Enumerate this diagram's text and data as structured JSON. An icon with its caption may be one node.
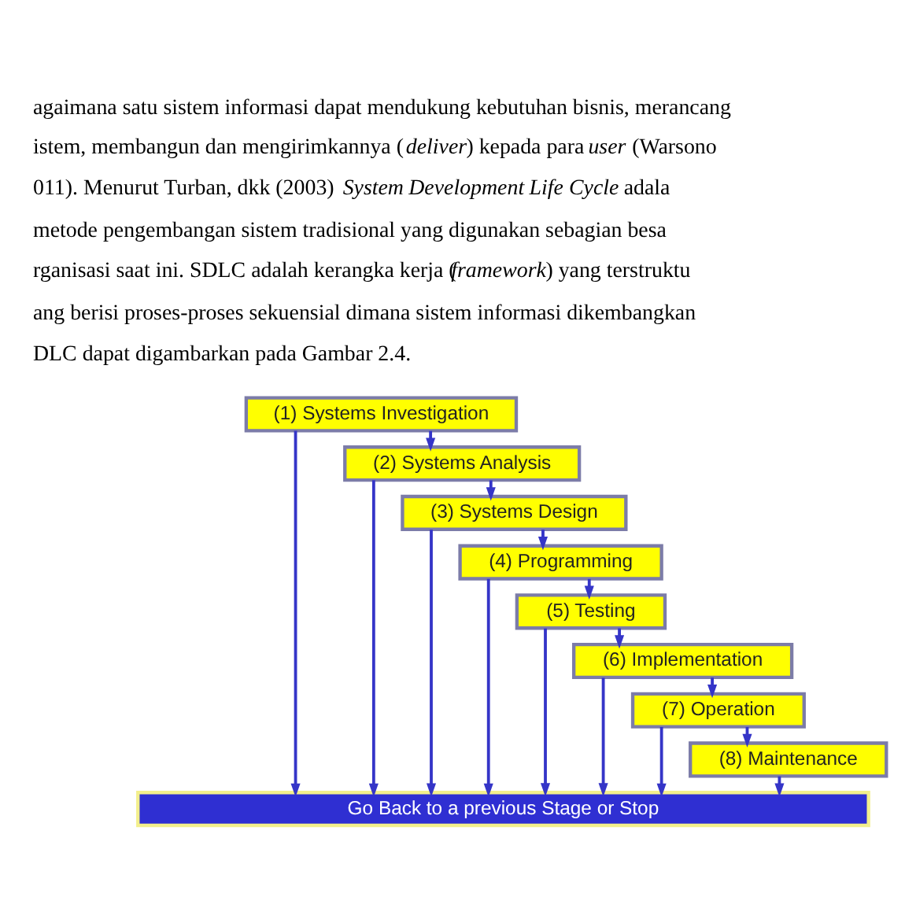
{
  "diagram": {
    "nodes": [
      {
        "text": [
          "(1) Systems Investigation"
        ]
      },
      {
        "text": [
          "(2) Systems Analysis"
        ]
      },
      {
        "text": [
          "(3) Systems Design"
        ]
      },
      {
        "text": [
          "(4) Programming"
        ]
      },
      {
        "text": [
          "(5) Testing"
        ]
      },
      {
        "text": [
          "(6) Implementation"
        ]
      },
      {
        "text": [
          "(7) Operation"
        ]
      },
      {
        "text": [
          "(8) Maintenance"
        ]
      },
      {
        "text": [
          "Go Back to a previous Stage or Stop"
        ]
      }
    ],
    "edges": [
      {
        "from": 0,
        "to": 8,
        "arrow": "to"
      },
      {
        "from": 0,
        "to": 1,
        "arrow": "to"
      },
      {
        "from": 1,
        "to": 8,
        "arrow": "to"
      },
      {
        "from": 1,
        "to": 2,
        "arrow": "to"
      },
      {
        "from": 2,
        "to": 8,
        "arrow": "to"
      },
      {
        "from": 2,
        "to": 3,
        "arrow": "to"
      },
      {
        "from": 3,
        "to": 8,
        "arrow": "to"
      },
      {
        "from": 3,
        "to": 4,
        "arrow": "to"
      },
      {
        "from": 4,
        "to": 8,
        "arrow": "to"
      },
      {
        "from": 4,
        "to": 5,
        "arrow": "to"
      },
      {
        "from": 5,
        "to": 8,
        "arrow": "to"
      },
      {
        "from": 5,
        "to": 6,
        "arrow": "to"
      },
      {
        "from": 6,
        "to": 8,
        "arrow": "to"
      },
      {
        "from": 6,
        "to": 7,
        "arrow": "to"
      },
      {
        "from": 7,
        "to": 8,
        "arrow": "to"
      }
    ],
    "labels": [
      "agaimana satu sistem informasi dapat mendukung kebutuhan bisnis, merancang istem, membangun dan mengirimkannya (*deliver*) kepada para *user* (Warsono 011). Menurut Turban, dkk (2003) *System Development Life Cycle* adala metode pengembangan sistem tradisional yang digunakan sebagian besa rganisasi saat ini. SDLC adalah kerangka kerja (*framework*) yang terstruktu ang berisi proses-proses sekuensial dimana sistem informasi dikembangkan DLC dapat digambarkan pada Gambar 2.4."
    ]
  }
}
